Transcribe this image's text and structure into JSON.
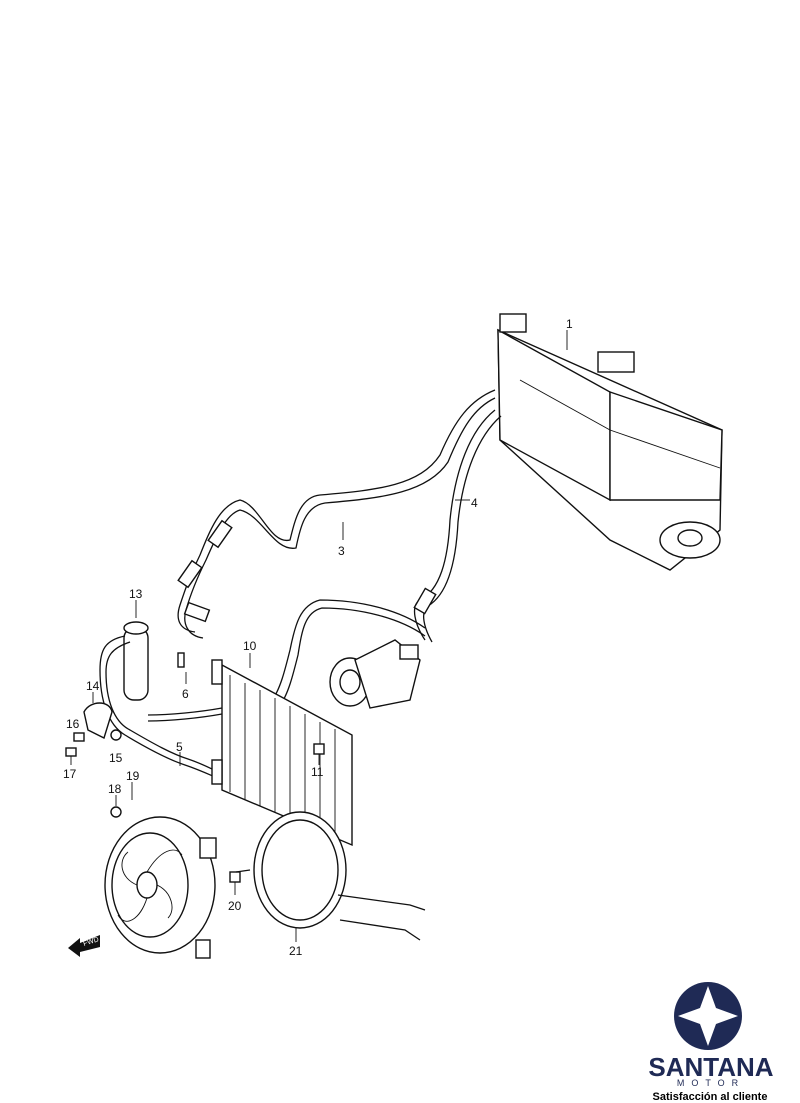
{
  "diagram": {
    "callouts": [
      "1",
      "3",
      "4",
      "5",
      "6",
      "10",
      "11",
      "13",
      "14",
      "15",
      "16",
      "17",
      "18",
      "19",
      "20",
      "21"
    ],
    "direction_arrow": "FWD"
  },
  "brand": {
    "name": "SANTANA",
    "subtitle": "MOTOR",
    "tagline": "Satisfacción al cliente",
    "colors": {
      "navy": "#1f2a55"
    }
  }
}
